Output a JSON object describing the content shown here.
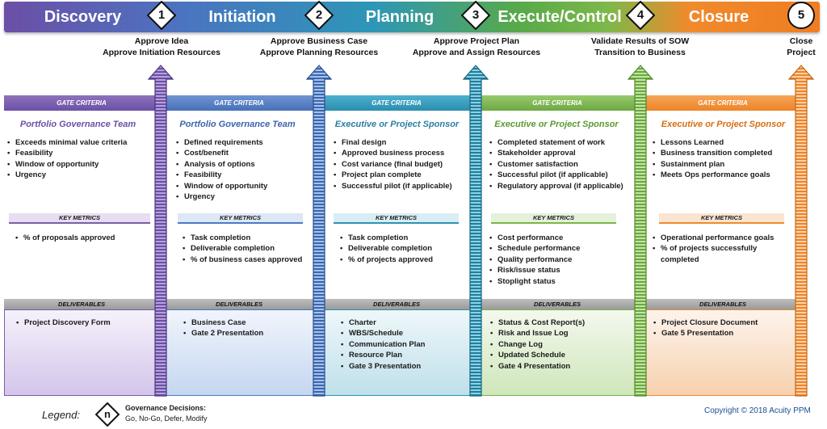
{
  "phases": [
    {
      "name": "Discovery"
    },
    {
      "name": "Initiation"
    },
    {
      "name": "Planning"
    },
    {
      "name": "Execute/Control"
    },
    {
      "name": "Closure"
    }
  ],
  "gates": [
    {
      "number": "1",
      "line1": "Approve Idea",
      "line2": "Approve Initiation Resources"
    },
    {
      "number": "2",
      "line1": "Approve Business Case",
      "line2": "Approve Planning Resources"
    },
    {
      "number": "3",
      "line1": "Approve Project Plan",
      "line2": "Approve and Assign Resources"
    },
    {
      "number": "4",
      "line1": "Validate Results of SOW",
      "line2": "Transition to Business"
    },
    {
      "number": "5",
      "line1": "Close",
      "line2": "Project"
    }
  ],
  "labels": {
    "gate_criteria": "GATE CRITERIA",
    "key_metrics": "KEY METRICS",
    "deliverables": "DELIVERABLES"
  },
  "columns": [
    {
      "team": "Portfolio Governance Team",
      "criteria": [
        "Exceeds minimal value criteria",
        "Feasibility",
        "Window of opportunity",
        "Urgency"
      ],
      "metrics": [
        "% of proposals approved"
      ],
      "deliverables": [
        "Project Discovery Form"
      ]
    },
    {
      "team": "Portfolio Governance Team",
      "criteria": [
        "Defined requirements",
        "Cost/benefit",
        "Analysis of options",
        "Feasibility",
        "Window of opportunity",
        "Urgency"
      ],
      "metrics": [
        "Task completion",
        "Deliverable completion",
        "% of business cases approved"
      ],
      "deliverables": [
        "Business Case",
        "Gate 2 Presentation"
      ]
    },
    {
      "team": "Executive or Project Sponsor",
      "criteria": [
        "Final design",
        "Approved business process",
        "Cost variance (final budget)",
        "Project plan complete",
        "Successful pilot (if applicable)"
      ],
      "metrics": [
        "Task completion",
        "Deliverable completion",
        "% of projects approved"
      ],
      "deliverables": [
        "Charter",
        "WBS/Schedule",
        "Communication Plan",
        "Resource Plan",
        "Gate 3 Presentation"
      ]
    },
    {
      "team": "Executive or Project Sponsor",
      "criteria": [
        "Completed statement of work",
        "Stakeholder approval",
        "Customer satisfaction",
        "Successful pilot (if applicable)",
        "Regulatory approval (if applicable)"
      ],
      "metrics": [
        "Cost performance",
        "Schedule performance",
        "Quality performance",
        "Risk/issue status",
        "Stoplight status"
      ],
      "deliverables": [
        "Status & Cost Report(s)",
        "Risk and Issue Log",
        "Change Log",
        "Updated Schedule",
        "Gate 4 Presentation"
      ]
    },
    {
      "team": "Executive or Project Sponsor",
      "criteria": [
        "Lessons Learned",
        "Business transition completed",
        "Sustainment plan",
        "Meets Ops performance goals"
      ],
      "metrics": [
        "Operational performance goals",
        "% of projects successfully completed"
      ],
      "deliverables": [
        "Project Closure Document",
        "Gate 5 Presentation"
      ]
    }
  ],
  "colors": {
    "purple": "#7b5ea7",
    "blue": "#4a7bc4",
    "teal": "#2e93b3",
    "green": "#7ab648",
    "orange": "#f08a2c"
  },
  "legend": {
    "label": "Legend:",
    "symbol": "n",
    "title": "Governance Decisions:",
    "description": "Go, No-Go, Defer, Modify"
  },
  "copyright": "Copyright © 2018 Acuity PPM"
}
